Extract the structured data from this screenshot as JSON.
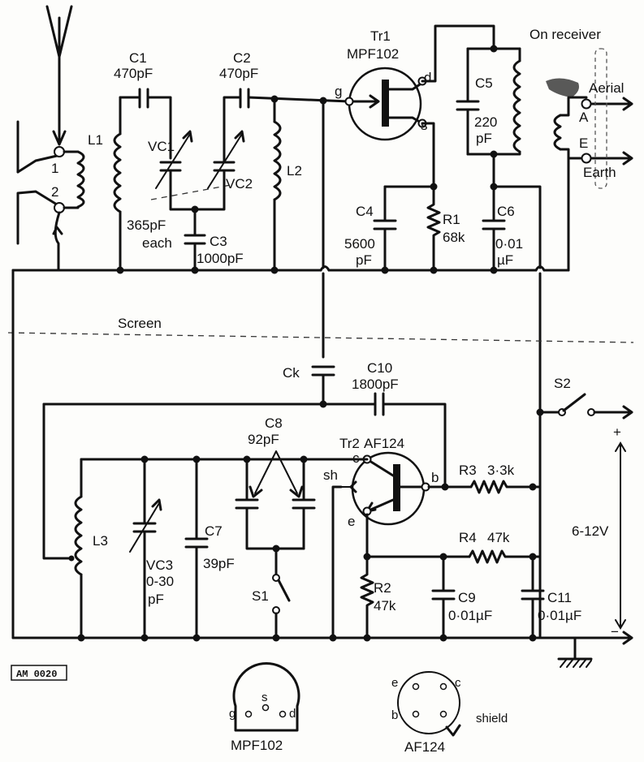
{
  "labels": {
    "tr1": "Tr1",
    "tr1_type": "MPF102",
    "tr1_g": "g",
    "tr1_d": "d",
    "tr1_s": "s",
    "on_receiver": "On receiver",
    "aerial": "Aerial",
    "term_a": "A",
    "term_e": "E",
    "earth": "Earth",
    "c1": "C1",
    "c1_val": "470pF",
    "c2": "C2",
    "c2_val": "470pF",
    "l1": "L1",
    "l2": "L2",
    "vc1": "VC1",
    "vc2": "VC2",
    "vc_note1": "365pF",
    "vc_note2": "each",
    "c3": "C3",
    "c3_val": "1000pF",
    "c5": "C5",
    "c5_val1": "220",
    "c5_val2": "pF",
    "c4": "C4",
    "c4_val1": "5600",
    "c4_val2": "pF",
    "r1": "R1",
    "r1_val": "68k",
    "c6": "C6",
    "c6_val1": "0·01",
    "c6_val2": "µF",
    "input_1": "1",
    "input_2": "2",
    "screen": "Screen",
    "ck": "Ck",
    "c10": "C10",
    "c10_val": "1800pF",
    "s2": "S2",
    "plus": "+",
    "minus": "−",
    "supply": "6-12V",
    "c8": "C8",
    "c8_val": "92pF",
    "tr2": "Tr2",
    "tr2_type": "AF124",
    "tr2_c": "c",
    "tr2_sh": "sh",
    "tr2_e": "e",
    "tr2_b": "b",
    "r3": "R3",
    "r3_val": "3·3k",
    "r4": "R4",
    "r4_val": "47k",
    "l3": "L3",
    "vc3": "VC3",
    "vc3_val1": "0-30",
    "vc3_val2": "pF",
    "c7": "C7",
    "c7_val": "39pF",
    "s1": "S1",
    "r2": "R2",
    "r2_val": "47k",
    "c9": "C9",
    "c9_val": "0·01µF",
    "c11": "C11",
    "c11_val": "0·01µF",
    "fig_code": "AM 0020",
    "pin_mpf_s": "s",
    "pin_mpf_g": "g",
    "pin_mpf_d": "d",
    "pkg_mpf": "MPF102",
    "pin_af_e": "e",
    "pin_af_c": "c",
    "pin_af_b": "b",
    "pin_af_shield": "shield",
    "pkg_af": "AF124"
  }
}
